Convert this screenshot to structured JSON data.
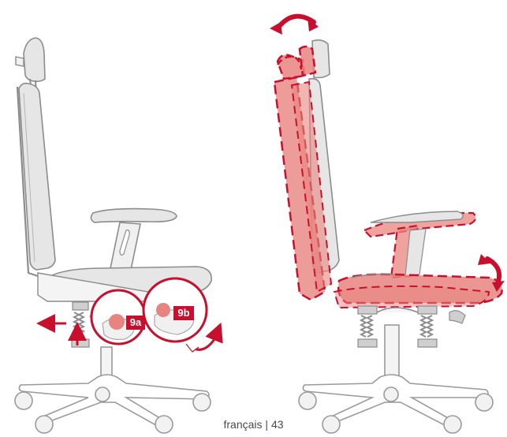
{
  "page": {
    "language": "français",
    "page_number": "43"
  },
  "callouts": {
    "badge_a": "9a",
    "badge_b": "9b"
  },
  "colors": {
    "accent": "#c8102e",
    "highlight_fill": "#e8847f",
    "chair_fill": "#e6e6e6",
    "chair_stroke": "#8c8c8c",
    "base_stroke": "#9a9a9a"
  },
  "icons": {
    "rotate_headrest": "curved-double-arrow-icon",
    "rotate_seat": "curved-double-arrow-icon",
    "lift_arrow": "arrow-up-icon",
    "slide_arrow": "arrow-left-icon",
    "tilt_arrow": "curved-arrow-icon"
  }
}
